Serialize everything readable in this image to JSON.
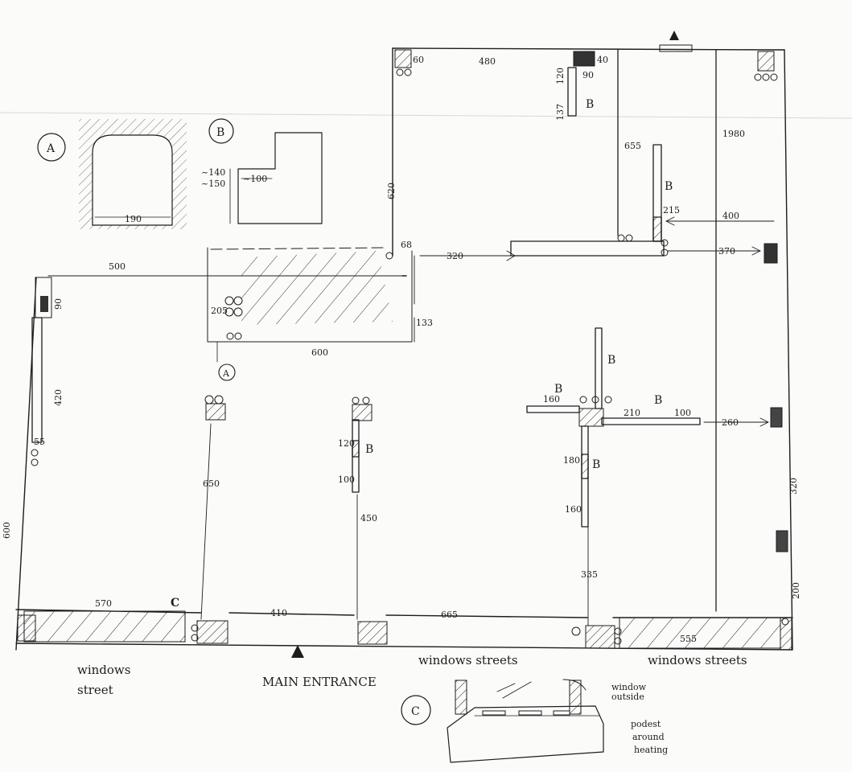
{
  "dimensions": {
    "top_480": "480",
    "top_60": "60",
    "top_40": "40",
    "wall_120": "120",
    "wall_90": "90",
    "wall_137": "137",
    "height_655": "655",
    "height_1980": "1980",
    "left_620": "620",
    "gap_68": "68",
    "gap_320": "320",
    "right_370": "370",
    "right_400": "400",
    "right_215": "215",
    "detail_a_190": "190",
    "detail_b_140": "~140",
    "detail_b_150": "~150",
    "detail_b_100": "~100",
    "top_500": "500",
    "left_90": "90",
    "left_420": "420",
    "left_55": "55",
    "left_600": "600",
    "block_205": "205",
    "block_133": "133",
    "block_600": "600",
    "col_650": "650",
    "mid_120": "120",
    "mid_100": "100",
    "mid_450": "450",
    "bottom_570": "570",
    "bottom_410": "410",
    "bottom_665": "665",
    "bottom_555": "555",
    "cross_160": "160",
    "cross_210": "210",
    "cross_100": "100",
    "cross_260": "260",
    "cross_180": "180",
    "cross_160b": "160",
    "cross_335": "335",
    "right_320": "320",
    "right_200": "200"
  },
  "markers": {
    "A": "A",
    "B": "B",
    "C": "C"
  },
  "labels": {
    "windows_street_1": "windows",
    "windows_street_2": "street",
    "main_entrance": "MAIN ENTRANCE",
    "windows_streets_mid": "windows streets",
    "windows_streets_right": "windows streets",
    "window_outside_1": "window",
    "window_outside_2": "outside",
    "podest_1": "podest",
    "podest_2": "around",
    "podest_3": "heating"
  }
}
